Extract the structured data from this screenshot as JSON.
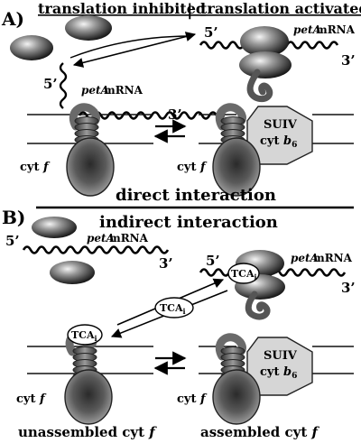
{
  "panel_a": {
    "label": "A)",
    "header_left": "translation inhibited",
    "header_right": "translation activated",
    "divider": "|",
    "five_prime_right": "5’",
    "three_prime_right": "3’",
    "mrna_right_gene": "petA",
    "mrna_right_word": " mRNA",
    "five_prime_left": "5’",
    "mrna_left_gene": "petA",
    "mrna_left_word": " mRNA",
    "three_prime_left": "3’",
    "suiv": "SUIV",
    "cytb6_main": "cyt ",
    "cytb6_b": "b",
    "cytb6_sub": "6",
    "cytf_left_main": "cyt ",
    "cytf_left_f": "f",
    "cytf_right_main": "cyt ",
    "cytf_right_f": "f",
    "caption": "direct interaction"
  },
  "panel_b": {
    "label": "B)",
    "title": "indirect interaction",
    "five_prime_left": "5’",
    "mrna_left_gene": "petA",
    "mrna_left_word": " mRNA",
    "three_prime_left": "3’",
    "five_prime_right": "5’",
    "mrna_right_gene": "petA",
    "mrna_right_word": " mRNA",
    "three_prime_right": "3’",
    "tca_main": "TCA",
    "tca_sub": "i",
    "suiv": "SUIV",
    "cytb6_main": "cyt ",
    "cytb6_b": "b",
    "cytb6_sub": "6",
    "cytf_left_main": "cyt ",
    "cytf_left_f": "f",
    "cytf_right_main": "cyt ",
    "cytf_right_f": "f",
    "caption_left_main": "unassembled cyt ",
    "caption_left_f": "f",
    "caption_right_main": "assembled cyt ",
    "caption_right_f": "f"
  },
  "colors": {
    "ink": "#000000",
    "membrane": "#111111",
    "protein_fill": "#7a7a7a",
    "protein_dark": "#2a2a2a",
    "suiv_fill": "#d6d6d6",
    "ribosome_light": "#e8e8e8",
    "ribosome_dark": "#111111"
  }
}
